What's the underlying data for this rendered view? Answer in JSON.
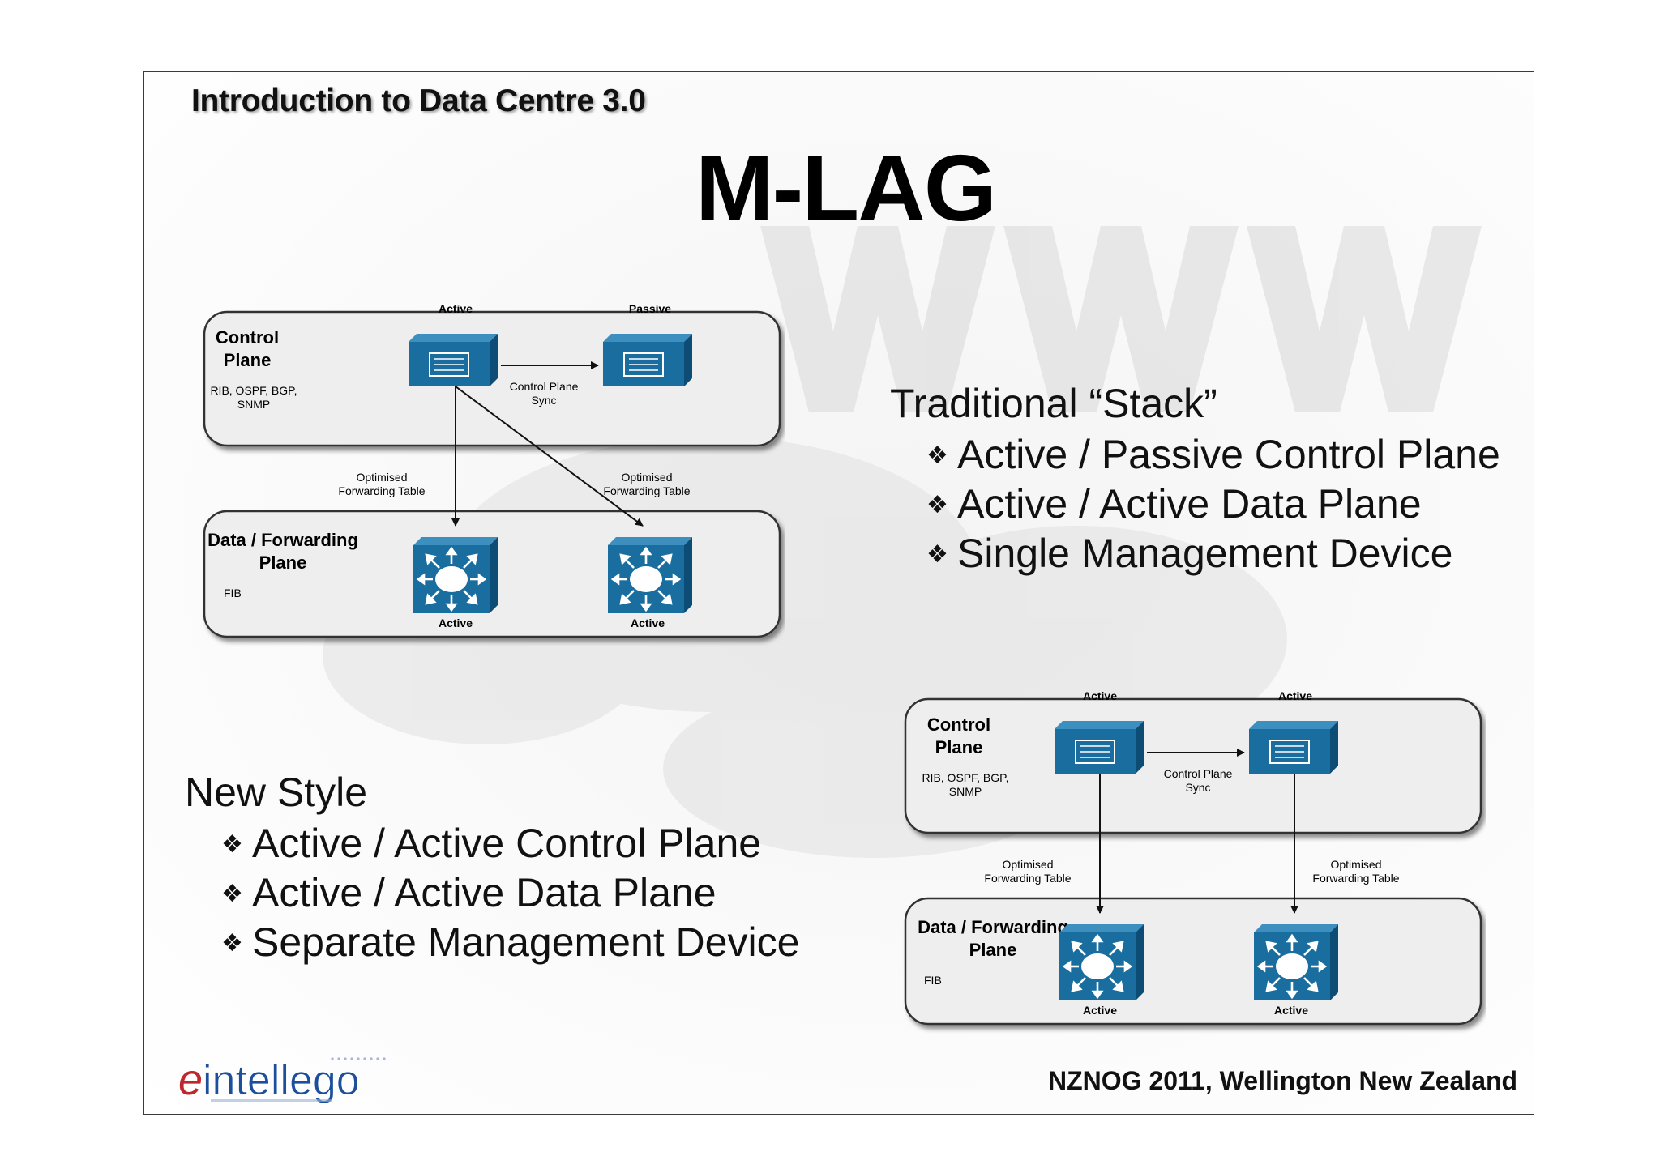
{
  "header": {
    "title": "Introduction to Data Centre 3.0"
  },
  "slide": {
    "title": "M-LAG"
  },
  "traditional": {
    "heading": "Traditional “Stack”",
    "bullets": [
      "Active / Passive Control Plane",
      "Active / Active Data Plane",
      "Single Management Device"
    ]
  },
  "new_style": {
    "heading": "New Style",
    "bullets": [
      "Active / Active Control Plane",
      "Active / Active Data Plane",
      "Separate Management Device"
    ]
  },
  "diagram_top": {
    "control_plane": {
      "title_1": "Control",
      "title_2": "Plane",
      "detail_1": "RIB, OSPF, BGP,",
      "detail_2": "SNMP"
    },
    "data_plane": {
      "title_1": "Data / Forwarding",
      "title_2": "Plane",
      "detail": "FIB"
    },
    "cp_left_state": "Active",
    "cp_right_state": "Passive",
    "sync_1": "Control Plane",
    "sync_2": "Sync",
    "table_left_1": "Optimised",
    "table_left_2": "Forwarding Table",
    "table_right_1": "Optimised",
    "table_right_2": "Forwarding Table",
    "dp_left_state": "Active",
    "dp_right_state": "Active"
  },
  "diagram_bottom": {
    "control_plane": {
      "title_1": "Control",
      "title_2": "Plane",
      "detail_1": "RIB, OSPF, BGP,",
      "detail_2": "SNMP"
    },
    "data_plane": {
      "title_1": "Data / Forwarding",
      "title_2": "Plane",
      "detail": "FIB"
    },
    "cp_left_state": "Active",
    "cp_right_state": "Active",
    "sync_1": "Control Plane",
    "sync_2": "Sync",
    "table_left_1": "Optimised",
    "table_left_2": "Forwarding Table",
    "table_right_1": "Optimised",
    "table_right_2": "Forwarding Table",
    "dp_left_state": "Active",
    "dp_right_state": "Active"
  },
  "footer": {
    "text": "NZNOG 2011, Wellington New Zealand"
  },
  "logo": {
    "text_e": "e",
    "text_rest": "intellego"
  },
  "colors": {
    "device_blue": "#1a6e9f",
    "device_dark": "#0d4d75",
    "box_fill": "#eeeeef",
    "box_border": "#333333",
    "logo_red": "#c0272d",
    "logo_blue": "#1b4f9c"
  },
  "bullet_icon": "diamond-bullet-icon"
}
